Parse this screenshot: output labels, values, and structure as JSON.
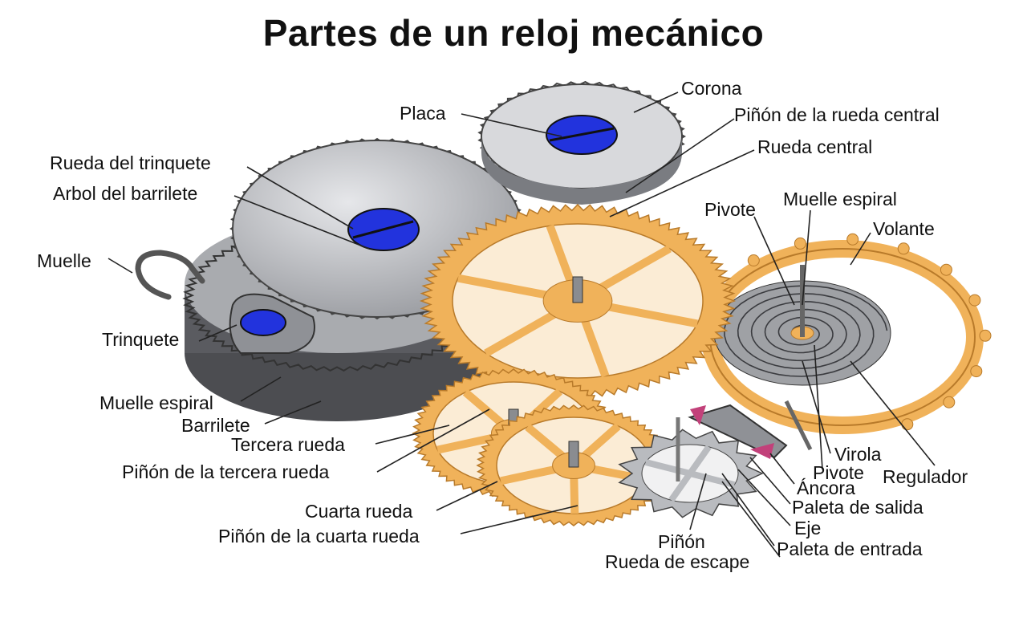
{
  "title": "Partes de un reloj mecánico",
  "colors": {
    "steel": "#c9cbce",
    "steel_dark": "#6e7075",
    "brass": "#f0b25a",
    "brass_dark": "#b87a2a",
    "screw_blue": "#2233dd",
    "ruby": "#c2417a"
  },
  "labels": {
    "corona": "Corona",
    "placa": "Placa",
    "pinon_rueda_central": "Piñón de la rueda central",
    "rueda_central": "Rueda central",
    "rueda_trinquete": "Rueda del trinquete",
    "arbol_barrilete": "Arbol del barrilete",
    "pivote_top": "Pivote",
    "muelle_espiral_top": "Muelle espiral",
    "volante": "Volante",
    "muelle": "Muelle",
    "trinquete": "Trinquete",
    "muelle_espiral_left": "Muelle espiral",
    "barrilete": "Barrilete",
    "tercera_rueda": "Tercera rueda",
    "pinon_tercera": "Piñón de la tercera rueda",
    "cuarta_rueda": "Cuarta rueda",
    "pinon_cuarta": "Piñón de la cuarta rueda",
    "pinon": "Piñón",
    "rueda_escape": "Rueda de escape",
    "virola": "Virola",
    "pivote_bottom": "Pivote",
    "regulador": "Regulador",
    "ancora": "Áncora",
    "paleta_salida": "Paleta de salida",
    "eje": "Eje",
    "paleta_entrada": "Paleta de entrada"
  }
}
